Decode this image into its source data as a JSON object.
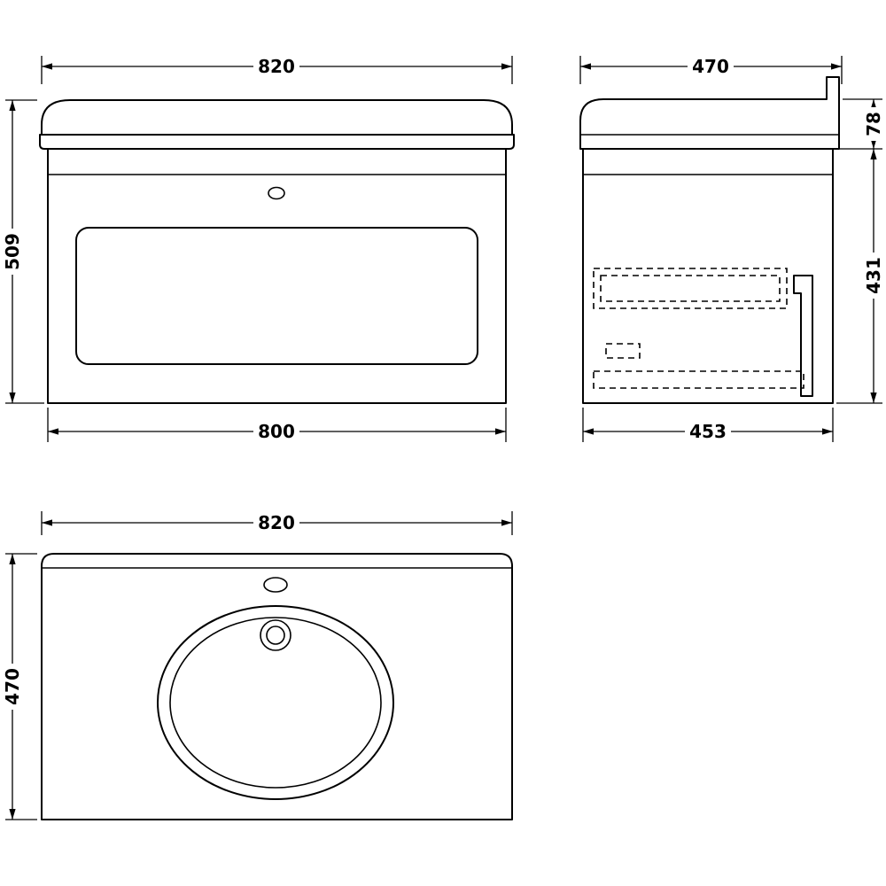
{
  "colors": {
    "line": "#000000",
    "background": "#ffffff"
  },
  "views": {
    "front": {
      "dim_top": "820",
      "dim_left": "509",
      "dim_bottom": "800"
    },
    "side": {
      "dim_top": "470",
      "dim_right_upper": "78",
      "dim_right_lower": "431",
      "dim_bottom": "453"
    },
    "plan": {
      "dim_top": "820",
      "dim_left": "470"
    }
  }
}
